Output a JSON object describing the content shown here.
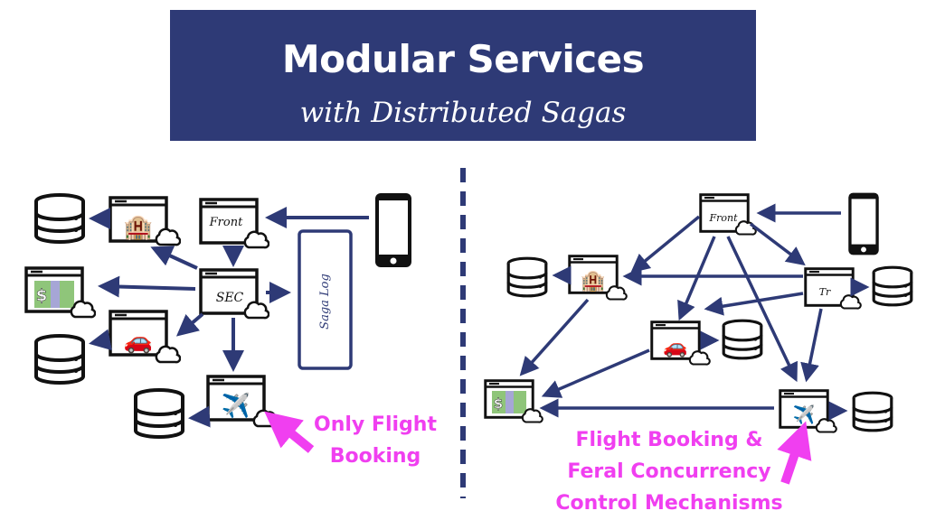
{
  "banner": {
    "title": "Modular Services",
    "subtitle": "with Distributed Sagas"
  },
  "colors": {
    "banner_bg": "#2e3a76",
    "arrow": "#2e3a76",
    "callout": "#f03ff0",
    "outline": "#111111"
  },
  "left_diagram": {
    "front_label": "Front",
    "sec_label": "SEC",
    "saga_log_label": "Saga Log",
    "callout": [
      "Only Flight",
      "Booking"
    ]
  },
  "right_diagram": {
    "front_label": "Front",
    "travel_label": "Tr",
    "callout": [
      "Flight Booking &",
      "Feral Concurrency",
      "Control Mechanisms"
    ]
  },
  "icons": {
    "hotel": "🏨",
    "car": "🚗",
    "flight": "✈️",
    "money": "$"
  }
}
